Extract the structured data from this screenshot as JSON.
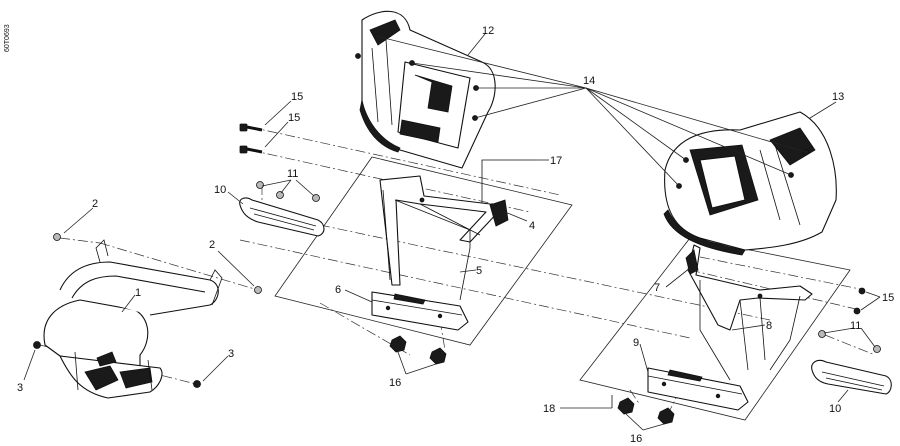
{
  "drawing_code": "60T0693",
  "callouts": [
    {
      "id": "c1",
      "text": "1"
    },
    {
      "id": "c2a",
      "text": "2"
    },
    {
      "id": "c2b",
      "text": "2"
    },
    {
      "id": "c3a",
      "text": "3"
    },
    {
      "id": "c3b",
      "text": "3"
    },
    {
      "id": "c4",
      "text": "4"
    },
    {
      "id": "c5",
      "text": "5"
    },
    {
      "id": "c6",
      "text": "6"
    },
    {
      "id": "c7",
      "text": "7"
    },
    {
      "id": "c8",
      "text": "8"
    },
    {
      "id": "c9",
      "text": "9"
    },
    {
      "id": "c10a",
      "text": "10"
    },
    {
      "id": "c10b",
      "text": "10"
    },
    {
      "id": "c11a",
      "text": "11"
    },
    {
      "id": "c11b",
      "text": "11"
    },
    {
      "id": "c12",
      "text": "12"
    },
    {
      "id": "c13",
      "text": "13"
    },
    {
      "id": "c14",
      "text": "14"
    },
    {
      "id": "c15a",
      "text": "15"
    },
    {
      "id": "c15b",
      "text": "15"
    },
    {
      "id": "c15c",
      "text": "15"
    },
    {
      "id": "c16a",
      "text": "16"
    },
    {
      "id": "c16b",
      "text": "16"
    },
    {
      "id": "c17",
      "text": "17"
    },
    {
      "id": "c18",
      "text": "18"
    }
  ]
}
